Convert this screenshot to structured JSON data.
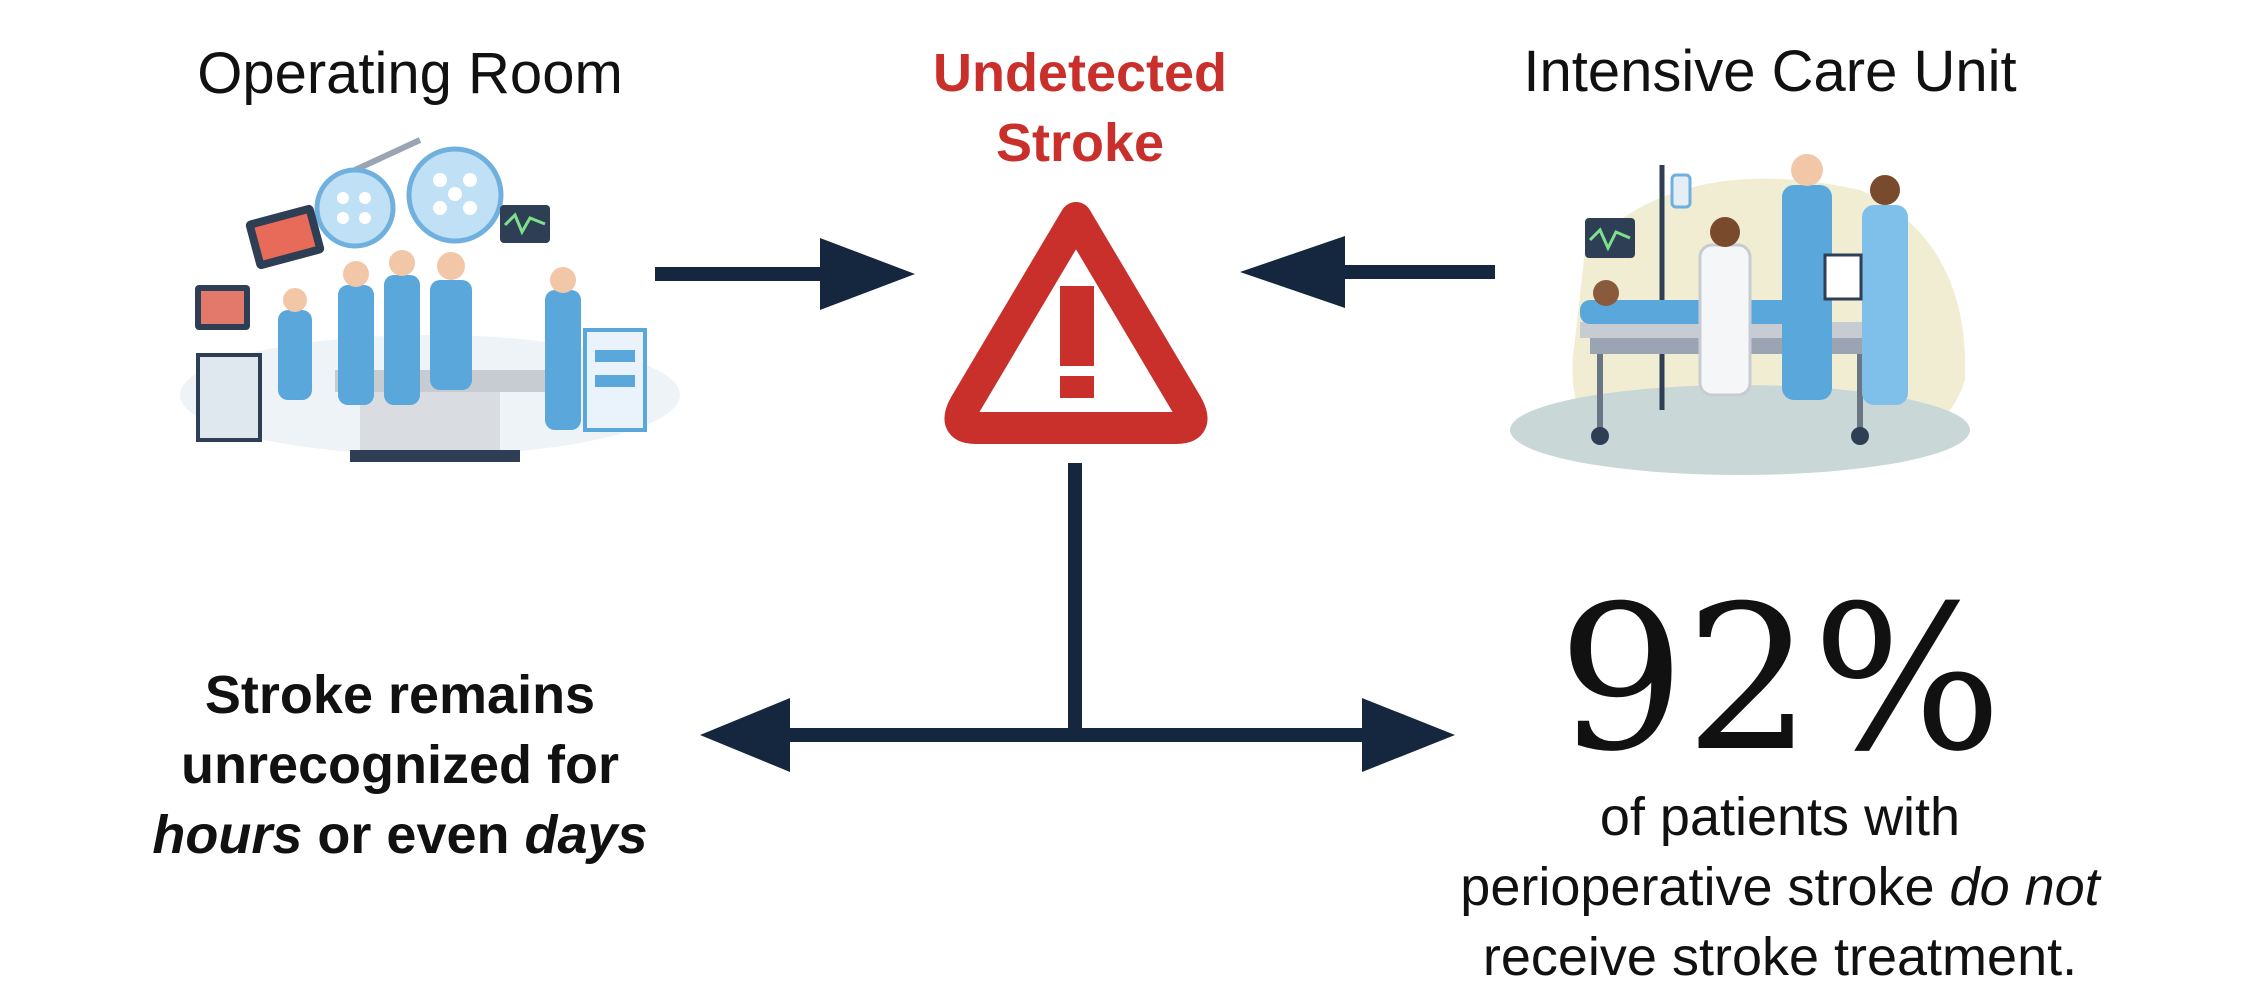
{
  "operating_room": {
    "title": "Operating Room"
  },
  "icu": {
    "title": "Intensive Care Unit"
  },
  "center": {
    "line1": "Undetected",
    "line2": "Stroke"
  },
  "left_outcome": {
    "line1": "Stroke remains",
    "line2": "unrecognized for",
    "line3_em1": "hours",
    "line3_mid": " or even ",
    "line3_em2": "days"
  },
  "right_outcome": {
    "stat": "92%",
    "line1": "of patients with",
    "line2_pre": "perioperative stroke ",
    "line2_em": "do not",
    "line3": "receive stroke treatment."
  },
  "colors": {
    "arrow": "#15263f",
    "warning": "#c9302c",
    "scrubs": "#5aa7dc",
    "bed": "#c7ccd3"
  },
  "icons": {
    "center": "warning-triangle-icon",
    "left": "operating-room-illustration",
    "right": "icu-illustration"
  }
}
